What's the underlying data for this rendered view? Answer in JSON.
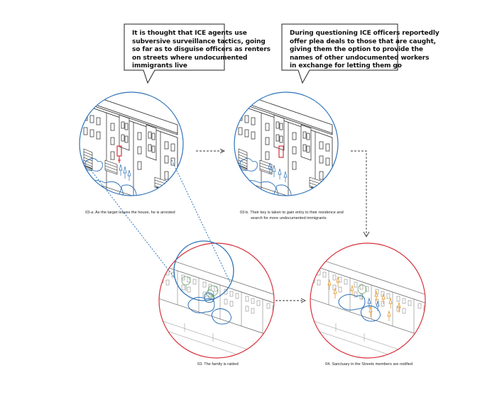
{
  "bubbles": {
    "left": {
      "lines": [
        "It is thought that ICE agents use",
        "subversive surveillance tactics, going",
        "so far as to disguise officers as renters",
        "on streets where undocumented",
        "immigrants live"
      ]
    },
    "right": {
      "lines": [
        "During questioning ICE officers reportedly",
        "offer plea deals to those that are caught,",
        "giving them the option to provide the",
        "names of other undocumented workers",
        "in exchange for letting them go"
      ]
    }
  },
  "captions": {
    "c03a": "03-a.  As the target leaves the house, he is arrested",
    "c03b_line1": "03-b.  Their key is taken to gain entry to their residence and",
    "c03b_line2": "search for more undocumented immigrants",
    "c03": "03.  The family is raided",
    "c04": "04.  Sanctuary in the Streets members are notified"
  },
  "colors": {
    "blue": "#2f73b8",
    "red": "#d6313c",
    "orange": "#e8a23a",
    "green": "#6aa06a",
    "ink": "#222222"
  }
}
